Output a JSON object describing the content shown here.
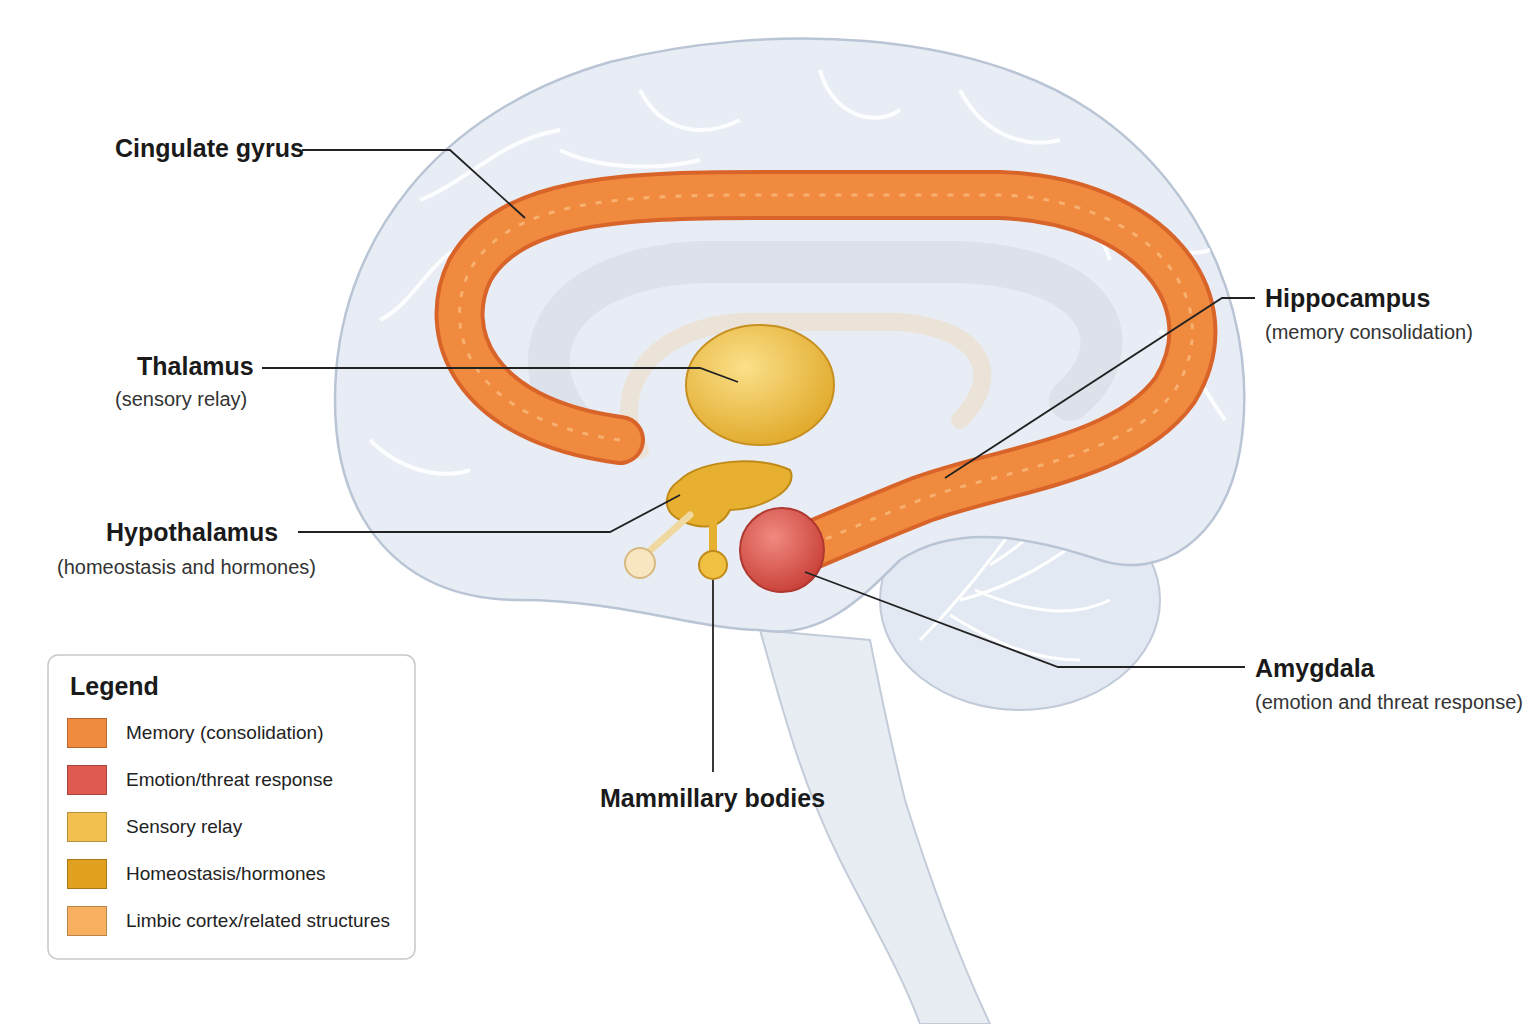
{
  "diagram": {
    "labels": [
      "Cingulate gyrus",
      "Thalamus",
      "(sensory relay)",
      "Hypothalamus",
      "(homeostasis and hormones)",
      "Mammillary bodies",
      "Hippocampus",
      "(memory consolidation)",
      "Amygdala",
      "(emotion and threat response)",
      "Legend"
    ],
    "legend": [
      {
        "text": "Memory (consolidation)",
        "color": "#f08a3e"
      },
      {
        "text": "Emotion/threat response",
        "color": "#e05a50"
      },
      {
        "text": "Sensory relay",
        "color": "#f2c050"
      },
      {
        "text": "Homeostasis/hormones",
        "color": "#e0a020"
      },
      {
        "text": "Limbic cortex/related structures",
        "color": "#f7b060"
      }
    ]
  }
}
